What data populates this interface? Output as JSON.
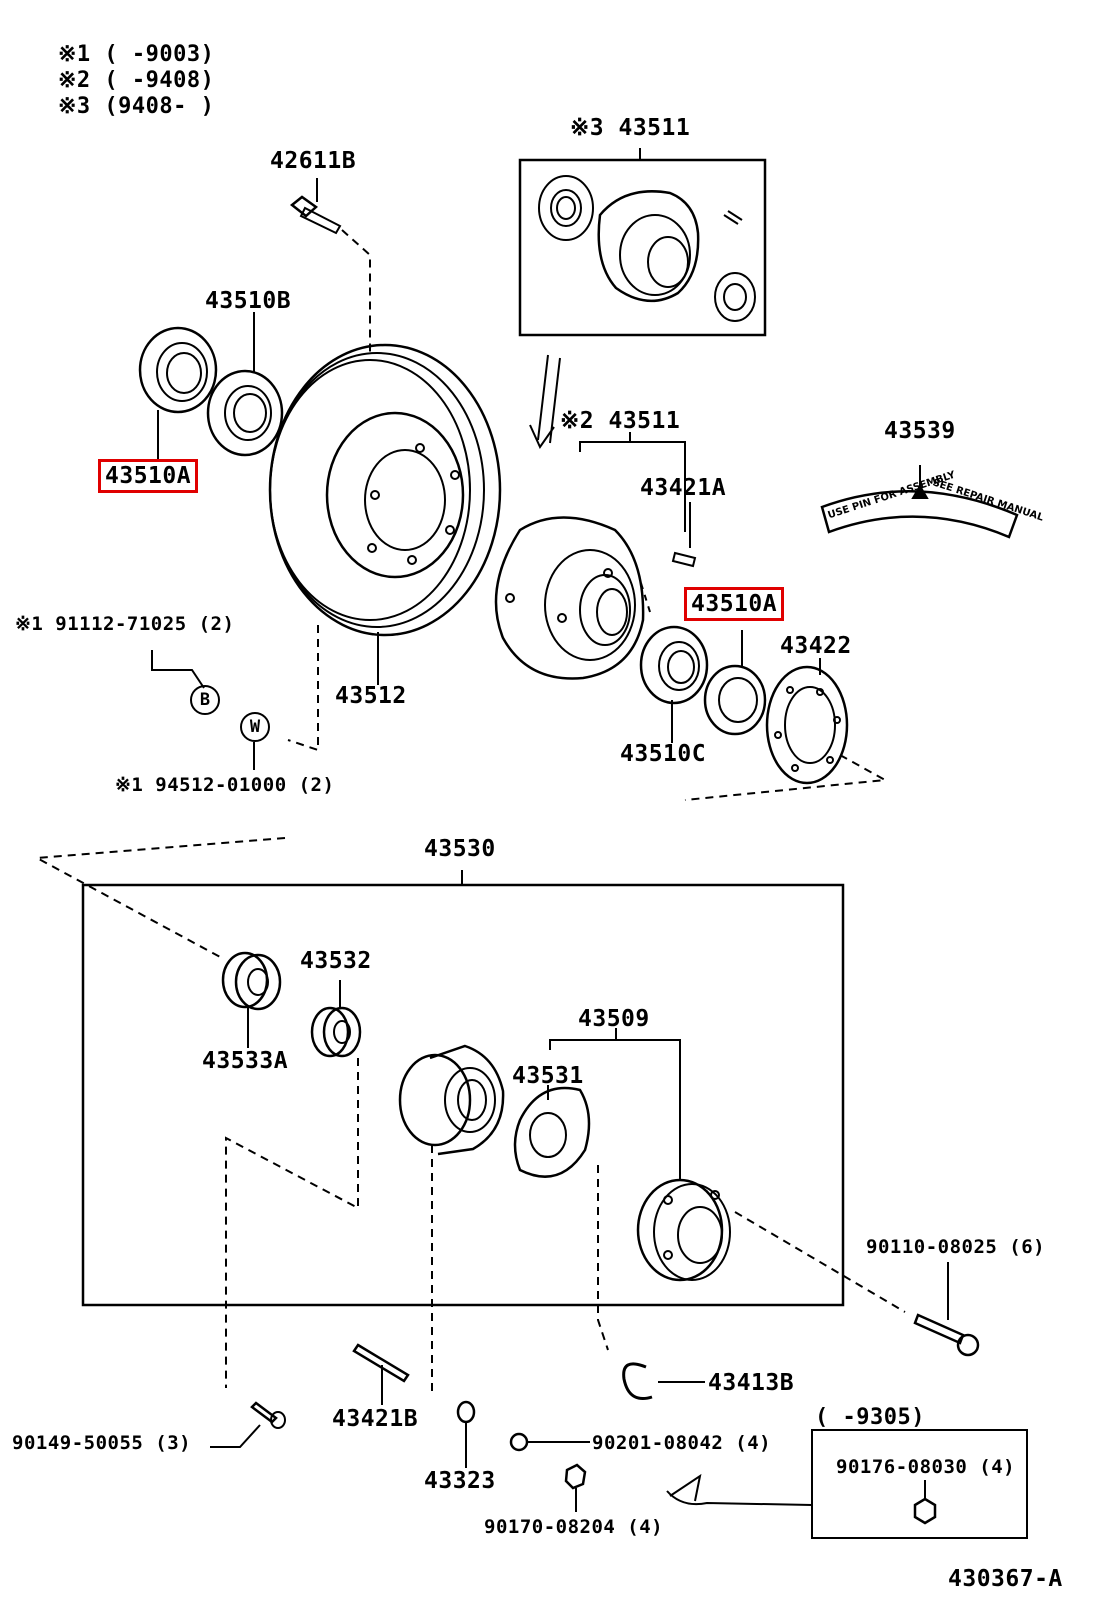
{
  "notes": [
    "※1 (     -9003)",
    "※2 (     -9408)",
    "※3 (9408-     )"
  ],
  "parts": {
    "p42611B": "42611B",
    "p43510B": "43510B",
    "p43510A_left": "43510A",
    "p43511_3": "※3 43511",
    "p43511_2": "※2 43511",
    "p43421A": "43421A",
    "p43539": "43539",
    "p43510A_right": "43510A",
    "p43422": "43422",
    "p91112": "※1 91112-71025 (2)",
    "p43512": "43512",
    "p43510C": "43510C",
    "p94512": "※1 94512-01000 (2)",
    "p43530": "43530",
    "p43532": "43532",
    "p43533A": "43533A",
    "p43509": "43509",
    "p43531": "43531",
    "p90110": "90110-08025 (6)",
    "p43413B": "43413B",
    "p9305": "(      -9305)",
    "p90149": "90149-50055 (3)",
    "p43421B": "43421B",
    "p90201": "90201-08042 (4)",
    "p90176": "90176-08030 (4)",
    "p43323": "43323",
    "p90170": "90170-08204 (4)",
    "figure_id": "430367-A"
  },
  "callouts": {
    "b": "B",
    "w": "W"
  },
  "tag_text": {
    "left": "USE PIN FOR ASSEMBLY",
    "right": "SEE REPAIR MANUAL"
  },
  "highlight_color": "#e00000"
}
